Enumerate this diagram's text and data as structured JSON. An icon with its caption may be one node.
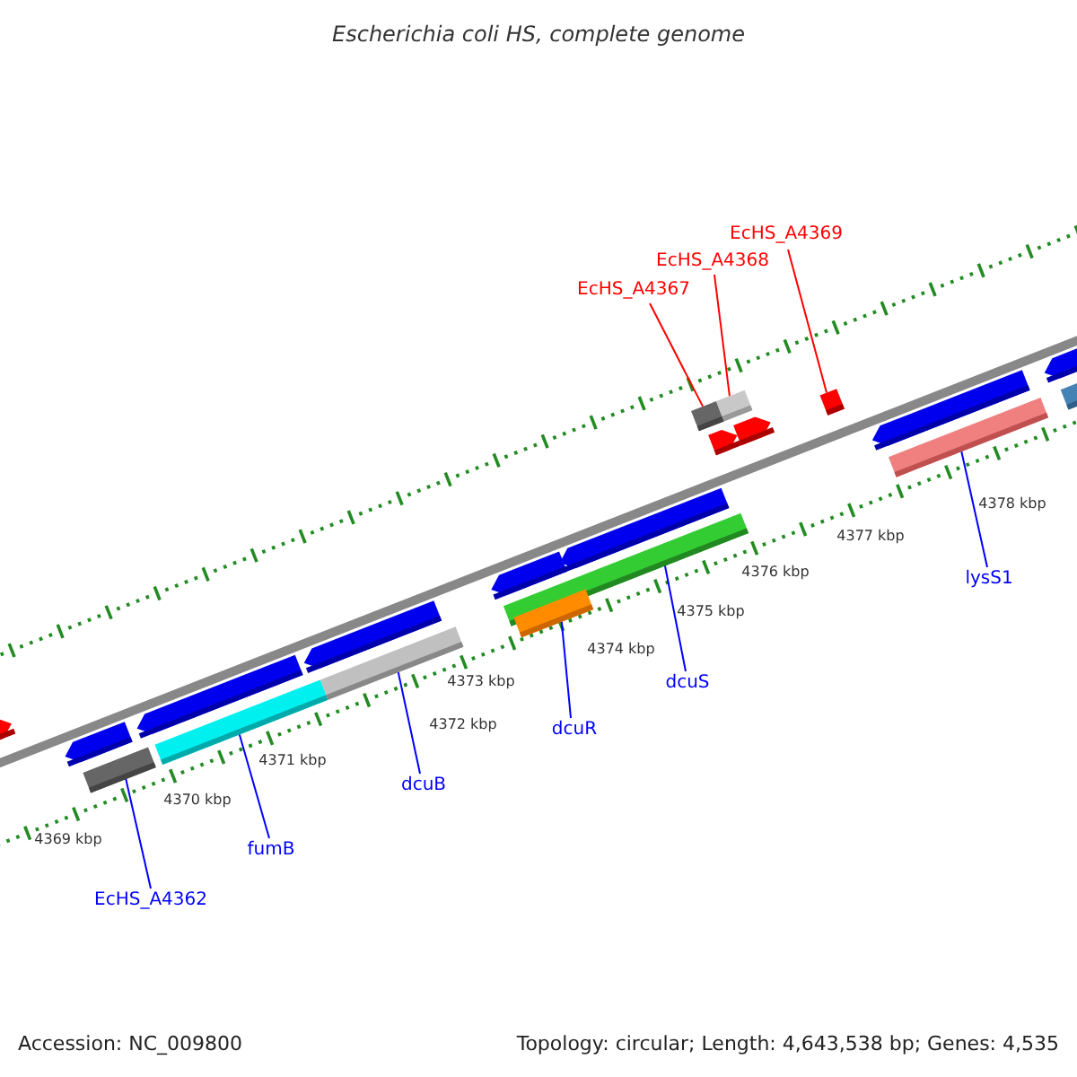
{
  "diagram": {
    "title": "Escherichia coli HS, complete genome",
    "nodes": [
      {
        "text": [
          "EcHS_A4369"
        ]
      },
      {
        "text": [
          "EcHS_A4368"
        ]
      },
      {
        "text": [
          "EcHS_A4367"
        ]
      },
      {
        "text": [
          "lysS1"
        ]
      },
      {
        "text": [
          "dcuS"
        ]
      },
      {
        "text": [
          "dcuR"
        ]
      },
      {
        "text": [
          "dcuB"
        ]
      },
      {
        "text": [
          "fumB"
        ]
      },
      {
        "text": [
          "EcHS_A4362"
        ]
      },
      {
        "text": [],
        "shape": "bar"
      },
      {
        "text": [],
        "shape": "bar"
      },
      {
        "text": [],
        "shape": "bar"
      },
      {
        "text": [],
        "shape": "bar"
      },
      {
        "text": [],
        "shape": "bar"
      },
      {
        "text": [],
        "shape": "bar"
      },
      {
        "text": [],
        "shape": "bar"
      },
      {
        "text": [],
        "shape": "bar"
      },
      {
        "text": [],
        "shape": "bar"
      }
    ],
    "edges": [
      {
        "from": 0,
        "to": 16,
        "arrow": "none",
        "color": "#ff0000"
      },
      {
        "from": 1,
        "to": 15,
        "arrow": "none",
        "color": "#ff0000"
      },
      {
        "from": 2,
        "to": 14,
        "arrow": "none",
        "color": "#ff0000"
      },
      {
        "from": 3,
        "to": 17,
        "arrow": "none"
      },
      {
        "from": 4,
        "to": 13,
        "arrow": "none"
      },
      {
        "from": 5,
        "to": 12,
        "arrow": "none"
      },
      {
        "from": 6,
        "to": 11,
        "arrow": "none"
      },
      {
        "from": 7,
        "to": 10,
        "arrow": "none"
      },
      {
        "from": 8,
        "to": 9,
        "arrow": "none"
      }
    ],
    "labels": [
      "4378 kbp",
      "4377 kbp",
      "4376 kbp",
      "4375 kbp",
      "4374 kbp",
      "4373 kbp",
      "4372 kbp",
      "4371 kbp",
      "4370 kbp",
      "4369 kbp",
      "Accession: NC_009800",
      "Topology: circular; Length: 4,643,538 bp; Genes: 4,535"
    ]
  }
}
